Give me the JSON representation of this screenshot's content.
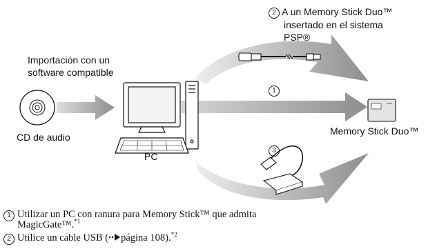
{
  "labels": {
    "import": [
      "Importación con un",
      "software compatible"
    ],
    "cd": "CD de audio",
    "pc": "PC",
    "memory_stick": "Memory Stick Duo™",
    "route2": [
      "A un Memory Stick Duo™",
      "insertado en el sistema",
      "PSP®"
    ]
  },
  "markers": {
    "one": "1",
    "two": "2",
    "three": "3"
  },
  "notes": [
    {
      "num": "1",
      "lines": [
        "Utilizar un PC con ranura para Memory Stick™ que admita",
        "MagicGate™."
      ],
      "sup": "*1"
    },
    {
      "num": "2",
      "lines": [
        "Utilice un cable USB ("
      ],
      "link": "página 108).",
      "sup": "*2"
    }
  ],
  "colors": {
    "arrow": "#9a9a9a",
    "arrow_light": "#e2e2e2",
    "line": "#111111"
  },
  "icons": [
    "cd-disc-icon",
    "desktop-pc-icon",
    "usb-cable-icon",
    "card-reader-icon",
    "memory-stick-icon",
    "page-link-arrow-icon"
  ]
}
